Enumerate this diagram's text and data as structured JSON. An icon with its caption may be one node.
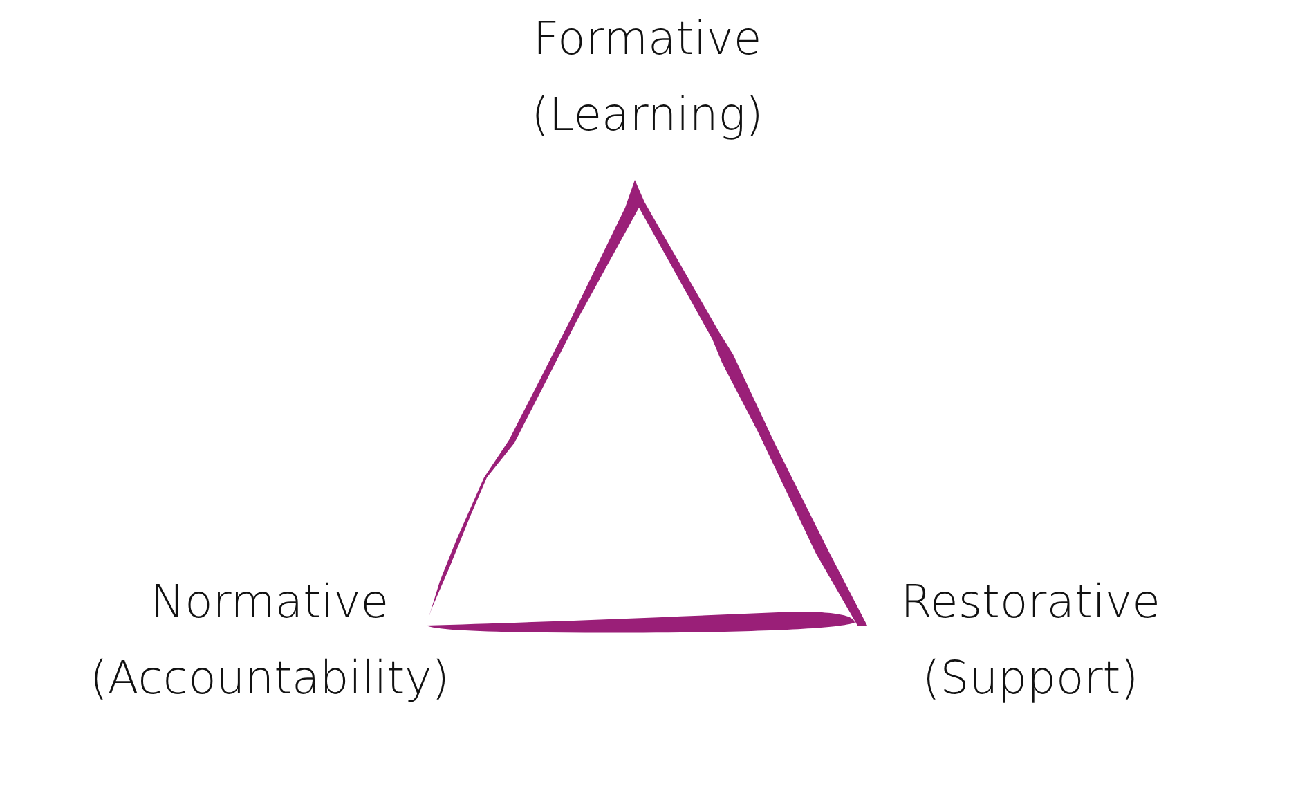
{
  "diagram": {
    "labels": [
      "Formative (Learning)",
      "Normative (Accountability)",
      "Restorative (Support)"
    ]
  }
}
